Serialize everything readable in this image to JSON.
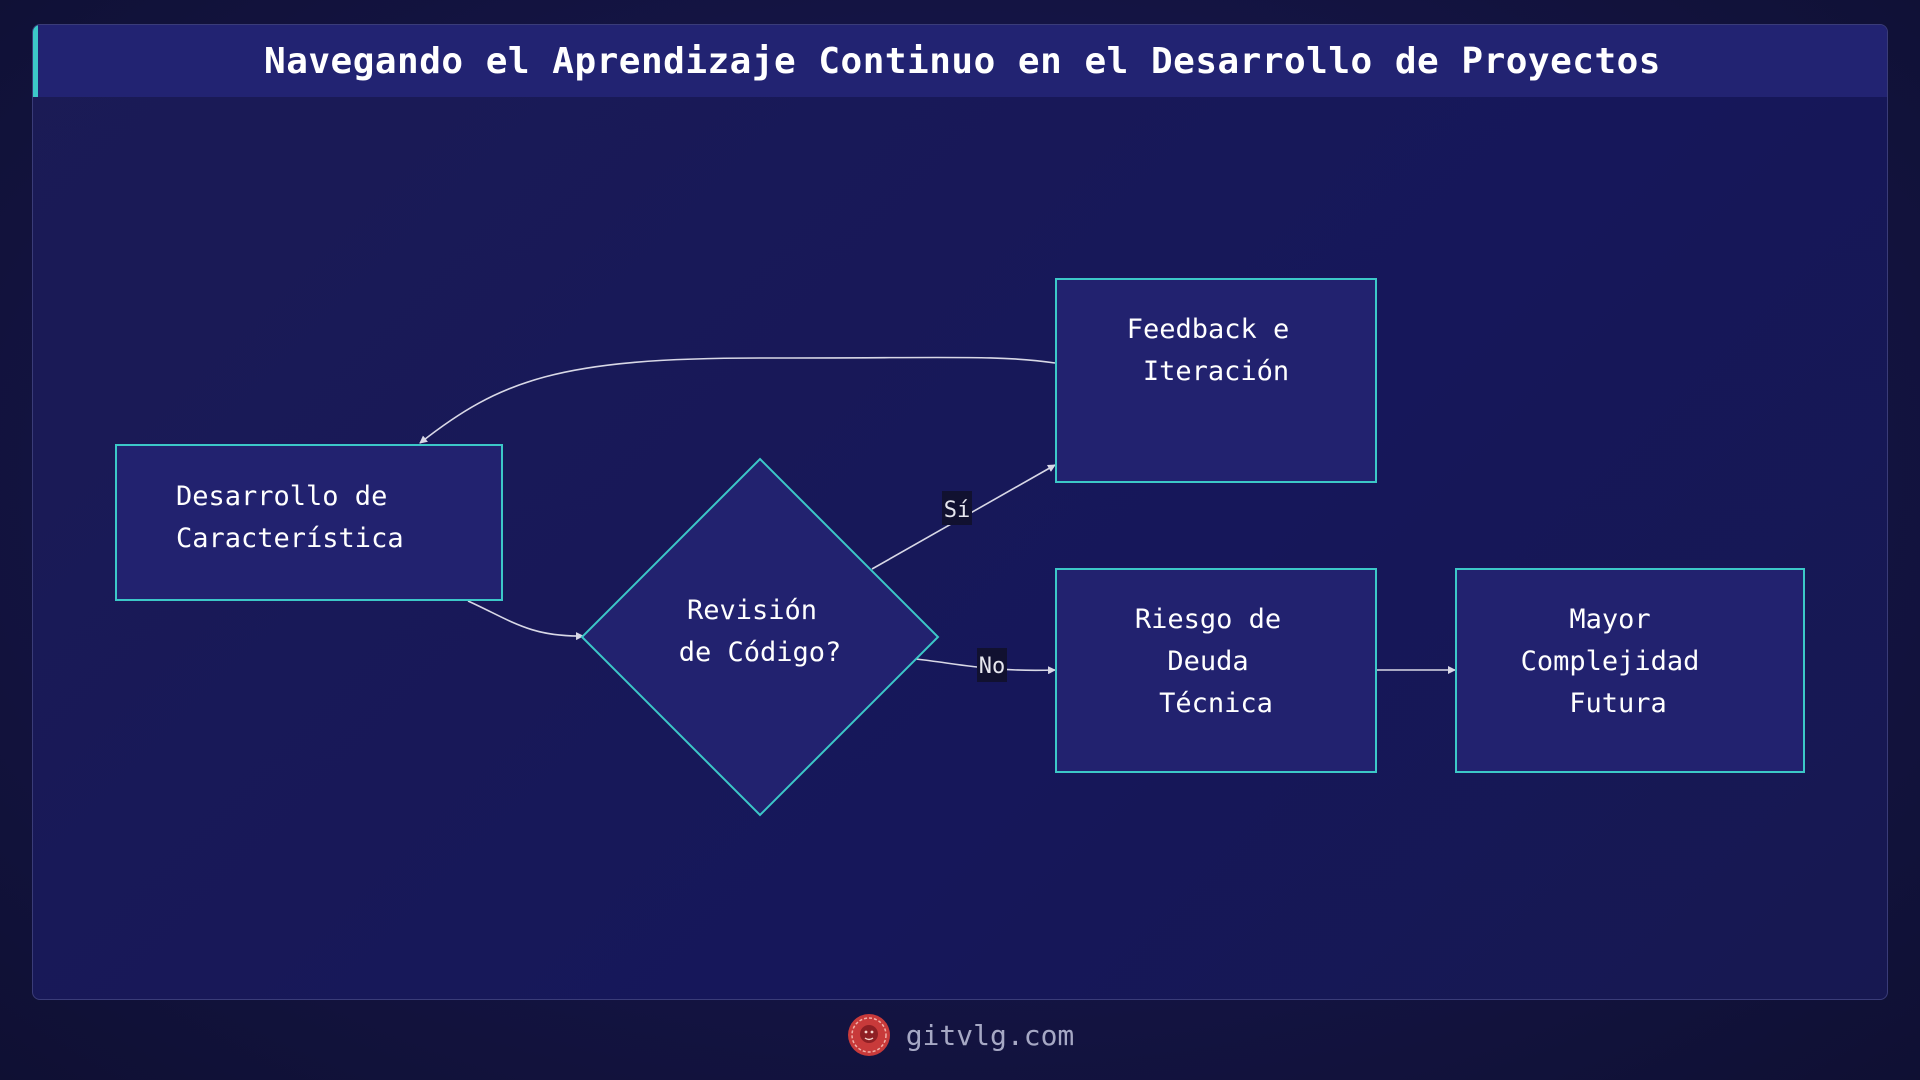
{
  "title": "Navegando el Aprendizaje Continuo en el Desarrollo de Proyectos",
  "nodes": {
    "dev": {
      "lines": [
        "Desarrollo de",
        "Característica"
      ]
    },
    "review": {
      "lines": [
        "Revisión",
        "de Código?"
      ]
    },
    "feedback": {
      "lines": [
        "Feedback e",
        "Iteración"
      ]
    },
    "debt": {
      "lines": [
        "Riesgo de",
        "Deuda",
        "Técnica"
      ]
    },
    "complexity": {
      "lines": [
        "Mayor",
        "Complejidad",
        "Futura"
      ]
    }
  },
  "edges": {
    "yes_label": "Sí",
    "no_label": "No"
  },
  "footer": {
    "site": "gitvlg.com",
    "logo_icon": "lion-logo-icon"
  },
  "colors": {
    "node_fill": "#22226f",
    "node_stroke": "#3cc8c8",
    "edge": "#d8d8e6",
    "accent": "#3cc8c8",
    "logo": "#d0413f"
  }
}
